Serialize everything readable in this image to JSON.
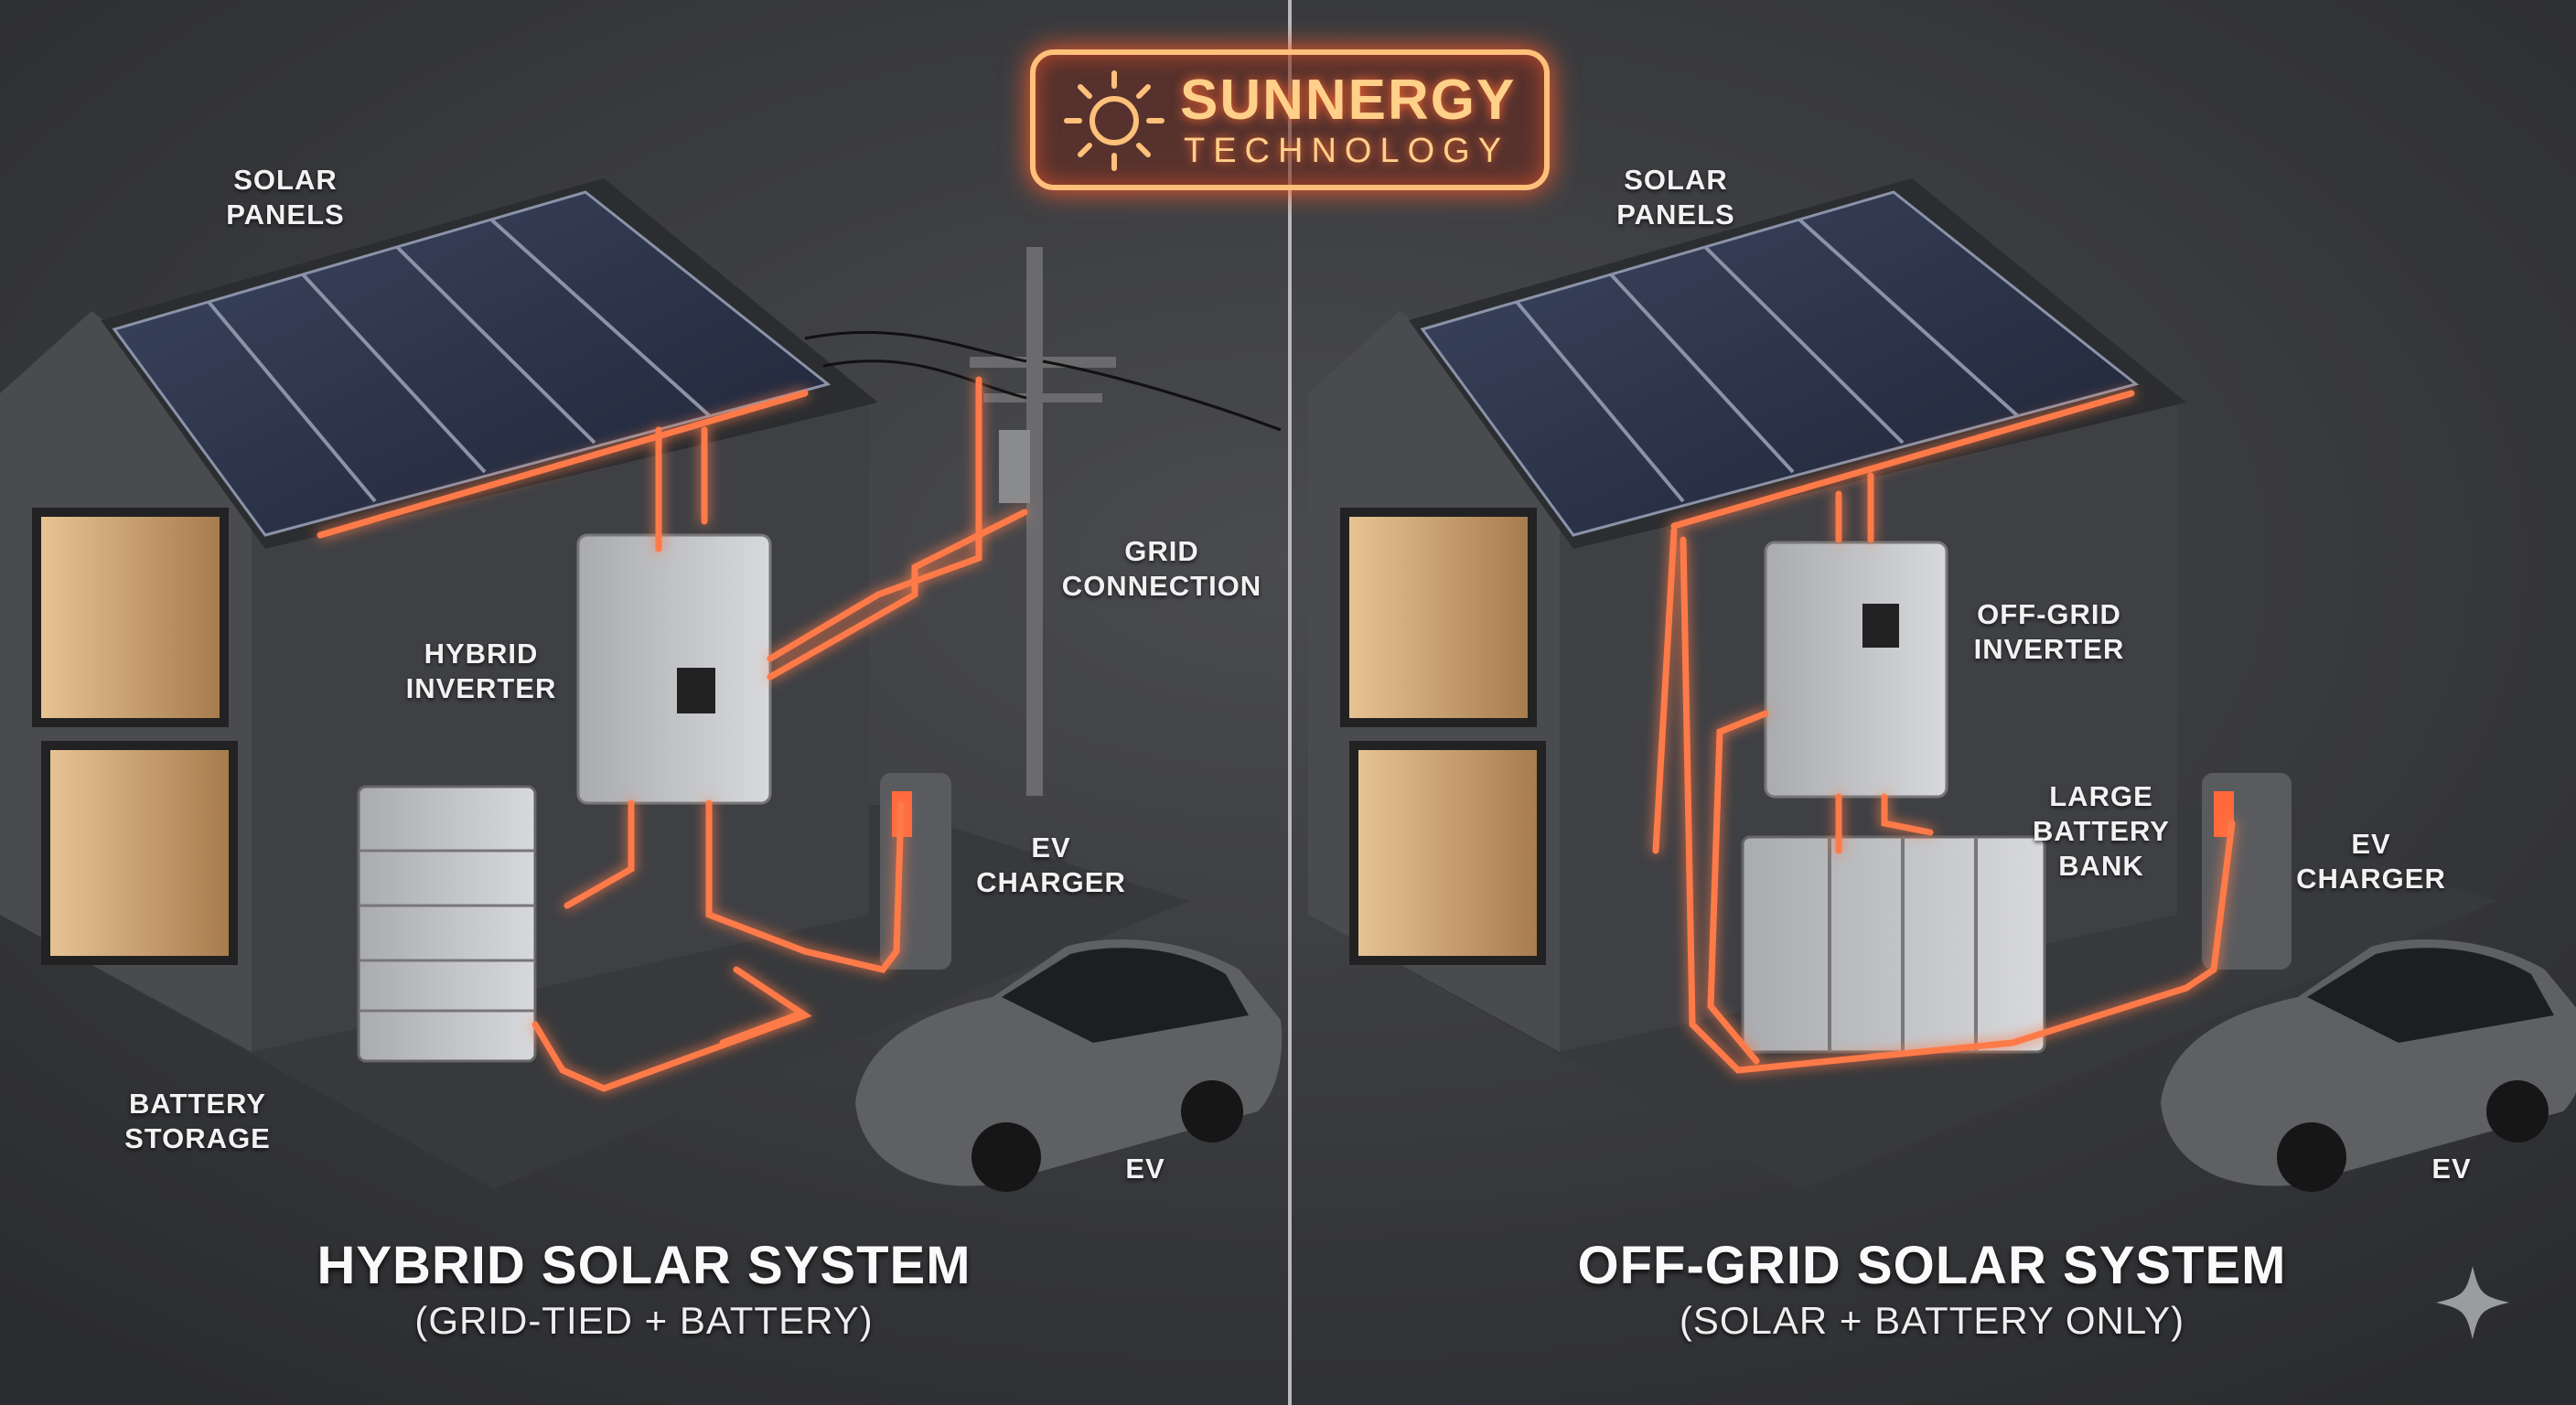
{
  "logo": {
    "brand": "SUNNERGY",
    "tagline": "TECHNOLOGY"
  },
  "left": {
    "labels": {
      "solar_panels": [
        "SOLAR",
        "PANELS"
      ],
      "inverter": [
        "HYBRID",
        "INVERTER"
      ],
      "grid": [
        "GRID",
        "CONNECTION"
      ],
      "ev_charger": [
        "EV",
        "CHARGER"
      ],
      "battery": [
        "BATTERY",
        "STORAGE"
      ],
      "ev": "EV"
    },
    "title": "HYBRID SOLAR SYSTEM",
    "subtitle": "(GRID-TIED + BATTERY)"
  },
  "right": {
    "labels": {
      "solar_panels": [
        "SOLAR",
        "PANELS"
      ],
      "inverter": [
        "OFF-GRID",
        "INVERTER"
      ],
      "battery": [
        "LARGE",
        "BATTERY",
        "BANK"
      ],
      "ev_charger": [
        "EV",
        "CHARGER"
      ],
      "ev": "EV"
    },
    "title": "OFF-GRID SOLAR SYSTEM",
    "subtitle": "(SOLAR + BATTERY ONLY)"
  },
  "colors": {
    "glow": "#ff6a3d",
    "background": "#333437",
    "logo": "#ffd08a"
  }
}
